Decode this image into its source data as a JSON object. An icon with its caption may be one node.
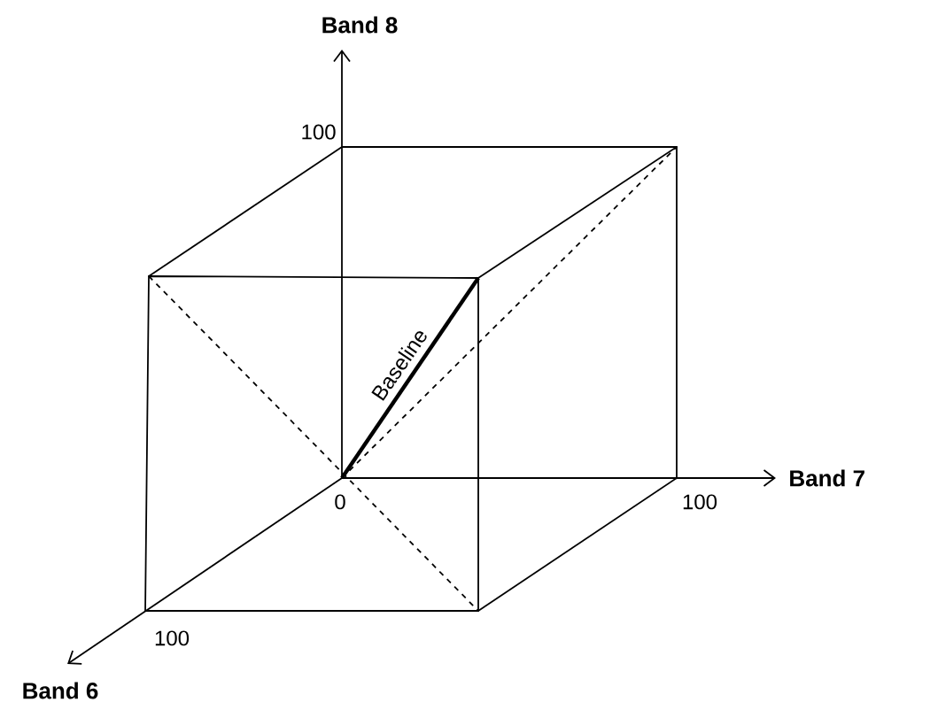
{
  "diagram": {
    "labels": [
      "Band 8",
      "100",
      "Baseline",
      "0",
      "Band 7",
      "100",
      "100",
      "Band 6"
    ]
  }
}
